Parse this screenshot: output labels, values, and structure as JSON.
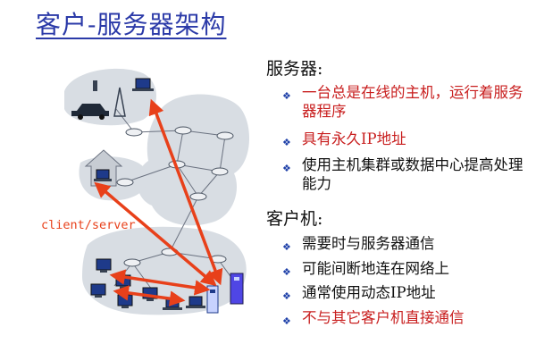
{
  "title": "客户-服务器架构",
  "diagram": {
    "label": "client/server",
    "accent_color": "#e8401a"
  },
  "server": {
    "heading": "服务器:",
    "items": [
      {
        "text": "一台总是在线的主机，运行着服务器程序",
        "color": "red"
      },
      {
        "text": "具有永久IP地址",
        "color": "red"
      },
      {
        "text": "使用主机集群或数据中心提高处理能力",
        "color": "black"
      }
    ]
  },
  "client": {
    "heading": "客户机:",
    "items": [
      {
        "text": "需要时与服务器通信",
        "color": "black"
      },
      {
        "text": "可能间断地连在网络上",
        "color": "black"
      },
      {
        "text": "通常使用动态IP地址",
        "color": "black"
      },
      {
        "text": "不与其它客户机直接通信",
        "color": "red"
      }
    ]
  }
}
